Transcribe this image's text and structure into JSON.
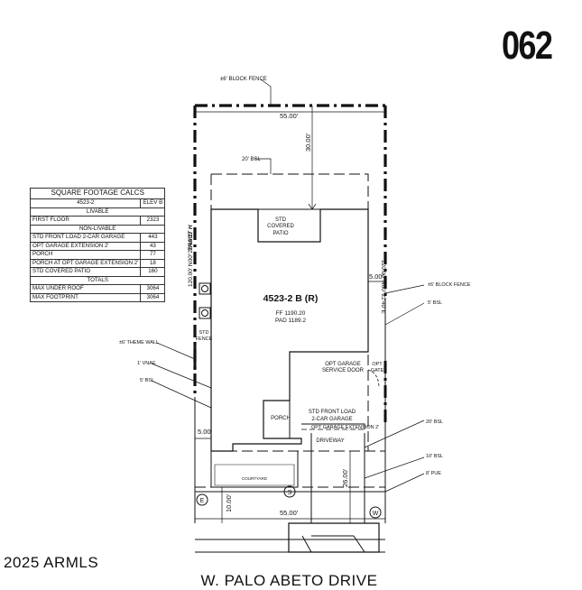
{
  "lot_number": "062",
  "copyright": "2025 ARMLS",
  "street_name": "W. PALO ABETO DRIVE",
  "plan": {
    "model": "4523-2 B (R)",
    "ff": "FF 1190.20",
    "pad": "PAD 1189.2",
    "std_covered_patio": [
      "STD",
      "COVERED",
      "PATIO"
    ],
    "std_fence": [
      "STD",
      "FENCE"
    ],
    "porch": "PORCH",
    "garage": [
      "STD FRONT LOAD",
      "2-CAR GARAGE"
    ],
    "opt_garage_ext": "OPT GARAGE EXTENSION 2'",
    "opt_service_door": [
      "OPT GARAGE",
      "SERVICE DOOR"
    ],
    "opt_gate": [
      "OPT",
      "GATE"
    ],
    "driveway": "DRIVEWAY",
    "courtyard": "COURTYARD",
    "tract": "TRACT H",
    "dim_top": "55.00'",
    "dim_bottom": "55.00'",
    "dim_rear_setback": "30.00'",
    "dim_front": "26.00'",
    "dim_side_right": "5.00'",
    "dim_side_left": "5.00'",
    "dim_pue": "10.00'",
    "dim_left_bearing": "120.00' N00°22'40\"E",
    "dim_right_bearing": "120.00' N00°22'40\"E",
    "bsl_20_top": "20' BSL",
    "callout_block_fence_top": "±6' BLOCK FENCE",
    "callout_block_fence_right": "±6' BLOCK FENCE",
    "callout_5bsl_right": "5' BSL",
    "callout_theme_wall": "±6' THEME WALL",
    "callout_vnae": "1' VNAE",
    "callout_5bsl_left": "5' BSL",
    "callout_20bsl": "20' BSL",
    "callout_10bsl": "10' BSL",
    "callout_8pue": "8' PUE",
    "marker_e": "E",
    "marker_s": "S",
    "marker_w": "W"
  },
  "sqft_table": {
    "title": "SQUARE FOOTAGE CALCS",
    "plan_label": "4523-2",
    "elev_label": "ELEV B",
    "livable_header": "LIVABLE",
    "nonlivable_header": "NON-LIVABLE",
    "totals_header": "TOTALS",
    "livable": [
      {
        "label": "FIRST FLOOR",
        "value": "2323"
      }
    ],
    "nonlivable": [
      {
        "label": "STD FRONT LOAD 2-CAR GARAGE",
        "value": "443"
      },
      {
        "label": "OPT GARAGE EXTENSION 2'",
        "value": "43"
      },
      {
        "label": "PORCH",
        "value": "77"
      },
      {
        "label": "PORCH AT OPT GARAGE EXTENSION 2'",
        "value": "18"
      },
      {
        "label": "STD COVERED PATIO",
        "value": "160"
      }
    ],
    "totals": [
      {
        "label": "MAX UNDER ROOF",
        "value": "3064"
      },
      {
        "label": "MAX FOOTPRINT",
        "value": "3064"
      }
    ]
  }
}
